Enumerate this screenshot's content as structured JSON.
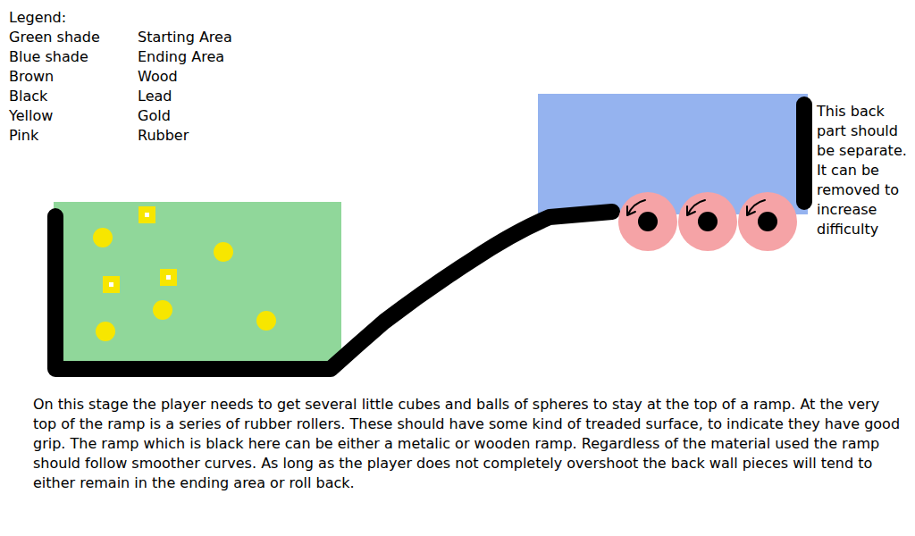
{
  "diagram": {
    "labels": [
      "Legend:",
      "Green shade",
      "Starting Area",
      "Blue shade",
      "Ending Area",
      "Brown",
      "Wood",
      "Black",
      "Lead",
      "Yellow",
      "Gold",
      "Pink",
      "Rubber",
      "This back part should be separate. It can be removed to increase difficulty",
      "On this stage the player needs to get several little cubes and balls of spheres to stay at the top of a ramp. At the very top of the ramp is a series of rubber rollers. These should have some kind of treaded surface, to indicate they have good grip. The ramp which is black here can be either a metalic or wooden ramp. Regardless of the material used the ramp should follow smoother curves. As long as the player does not completely overshoot the back wall pieces will tend to either remain in the ending area or roll back."
    ]
  }
}
